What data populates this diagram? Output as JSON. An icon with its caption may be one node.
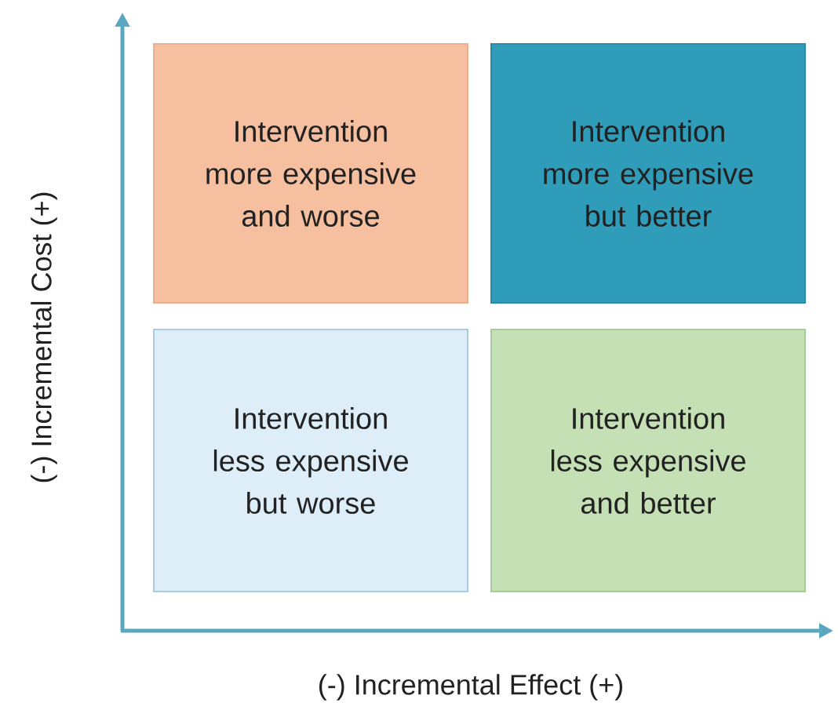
{
  "diagram": {
    "nodes": [
      {
        "text": [
          "Intervention more expensive and worse"
        ]
      },
      {
        "text": [
          "Intervention more expensive but better"
        ]
      },
      {
        "text": [
          "Intervention less expensive but worse"
        ]
      },
      {
        "text": [
          "Intervention less expensive and better"
        ]
      }
    ],
    "labels": [
      "(-) Incremental Cost (+)",
      "(-) Incremental Effect (+)"
    ]
  }
}
